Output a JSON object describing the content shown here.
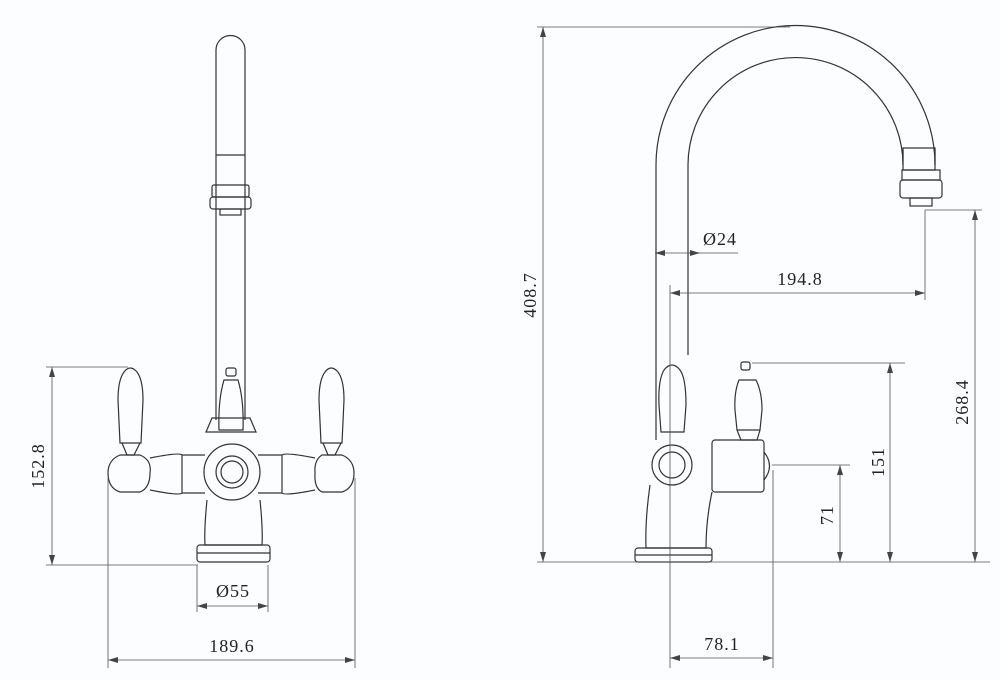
{
  "front_view": {
    "dim_height_handles": "152.8",
    "dim_base_diameter": "Ø55",
    "dim_overall_width": "189.6"
  },
  "side_view": {
    "dim_overall_height": "408.7",
    "dim_tube_diameter": "Ø24",
    "dim_spout_reach": "194.8",
    "dim_spout_outlet_height": "268.4",
    "dim_handle_height": "151",
    "dim_body_height": "71",
    "dim_body_depth": "78.1"
  }
}
